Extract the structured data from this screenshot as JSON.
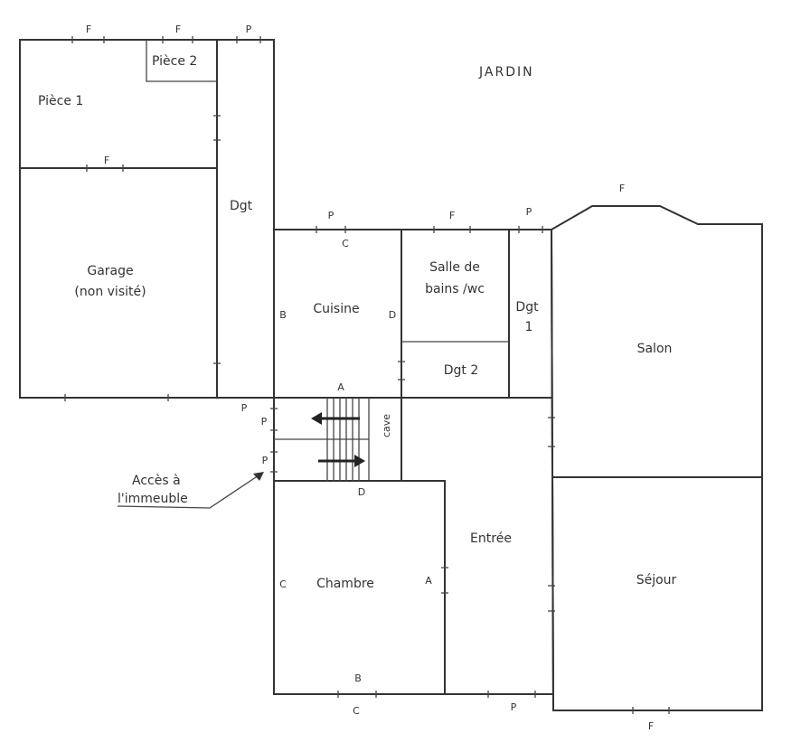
{
  "garden": "JARDIN",
  "rooms": {
    "piece1": "Pièce 1",
    "piece2": "Pièce 2",
    "garage": "Garage",
    "garage_note": "(non visité)",
    "dgt": "Dgt",
    "cuisine": "Cuisine",
    "sdb_line1": "Salle de",
    "sdb_line2": "bains /wc",
    "dgt1_line1": "Dgt",
    "dgt1_line2": "1",
    "dgt2": "Dgt 2",
    "salon": "Salon",
    "cave": "cave",
    "chambre": "Chambre",
    "entree": "Entrée",
    "sejour": "Séjour"
  },
  "access": {
    "line1": "Accès à",
    "line2": "l'immeuble"
  },
  "marks": {
    "f": "F",
    "p": "P",
    "a": "A",
    "b": "B",
    "c": "C",
    "d": "D"
  },
  "colors": {
    "ink": "#333333",
    "paper": "#ffffff"
  }
}
